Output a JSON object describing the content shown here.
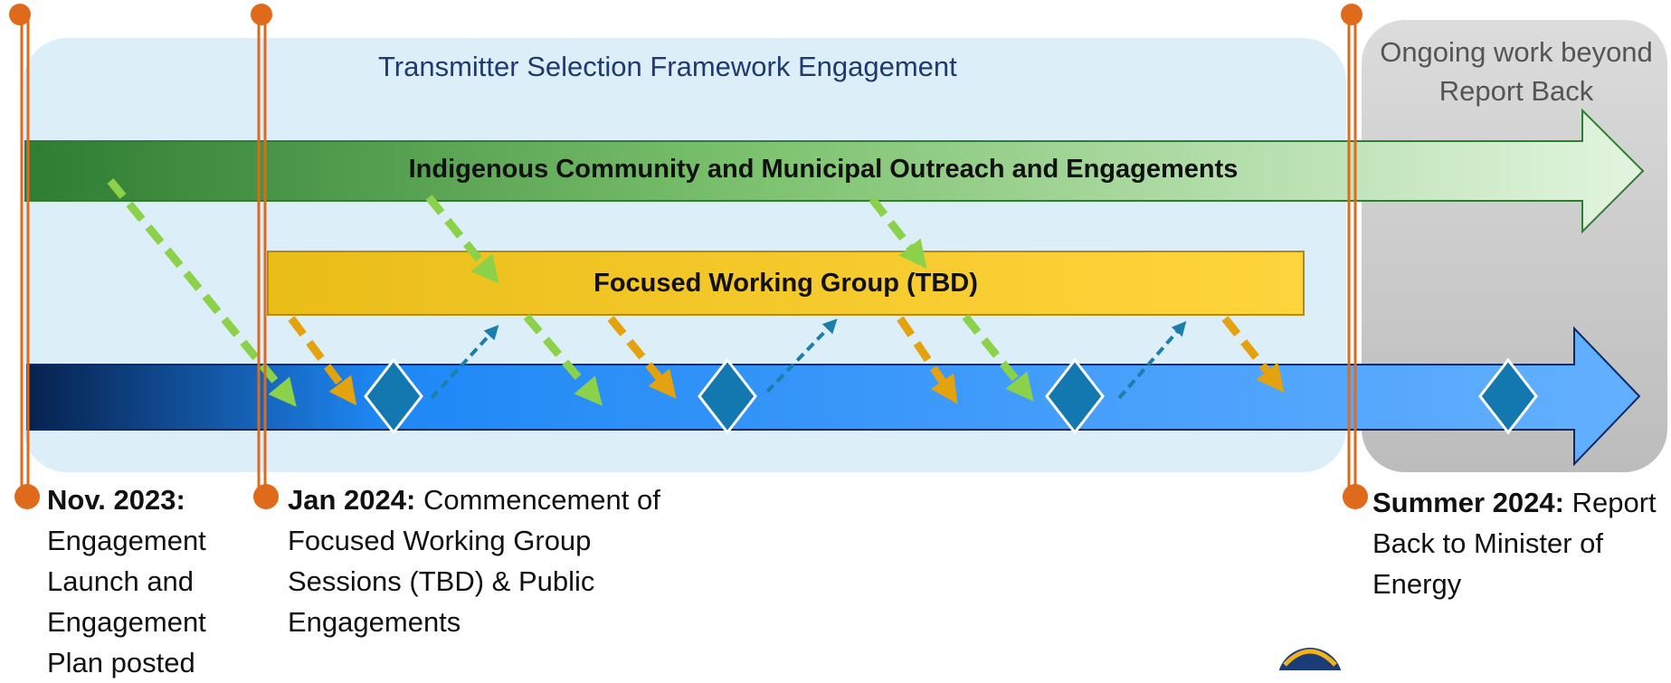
{
  "framework": {
    "title": "Transmitter Selection Framework Engagement",
    "ongoing_title": "Ongoing work beyond Report Back"
  },
  "bands": {
    "outreach": "Indigenous Community and Municipal Outreach and Engagements",
    "working_group": "Focused Working Group (TBD)"
  },
  "milestones": [
    {
      "date": "Nov. 2023:",
      "text": "Engagement Launch and Engagement Plan posted"
    },
    {
      "date": "Jan 2024:",
      "text": "Commencement of Focused Working Group Sessions (TBD) & Public Engagements"
    },
    {
      "date": "Summer 2024:",
      "text": "Report Back to Minister of Energy"
    }
  ],
  "colors": {
    "framework_bg": "#d6ecf8",
    "ongoing_bg": "#cfcfcf",
    "outreach_dark": "#2e7d32",
    "outreach_light": "#dff3dc",
    "working_group": "#f5c518",
    "timeline_dark": "#06214d",
    "timeline_mid": "#1e88f5",
    "timeline_light": "#64b0ff",
    "milestone_line": "#e06a1b",
    "diamond": "#1478b0",
    "arrow_green": "#8cd14a",
    "arrow_orange": "#e3a20e",
    "arrow_teal": "#1c7fab"
  }
}
